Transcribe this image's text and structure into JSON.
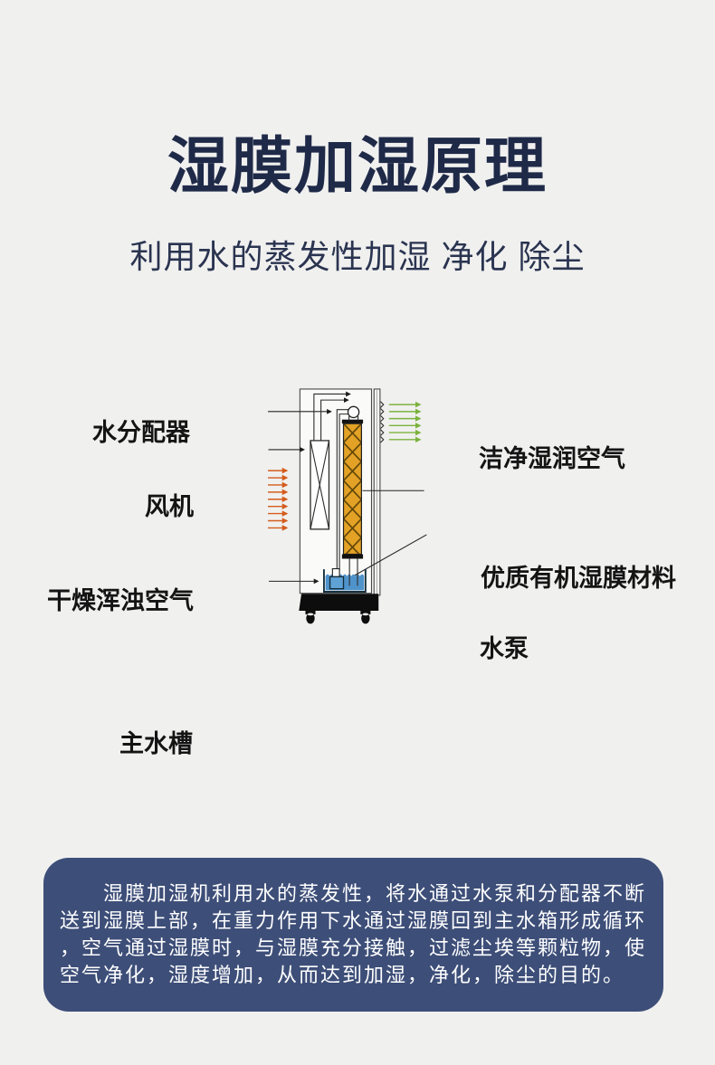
{
  "header": {
    "title": "湿膜加湿原理",
    "subtitle": "利用水的蒸发性加湿 净化 除尘"
  },
  "diagram": {
    "labels": {
      "water_distributor": "水分配器",
      "fan": "风机",
      "dry_air": "干燥浑浊空气",
      "clean_air": "洁净湿润空气",
      "wet_film": "优质有机湿膜材料",
      "pump": "水泵",
      "main_tank": "主水槽"
    },
    "airflow": {
      "inlet_arrow_count": 9,
      "outlet_arrow_count": 6
    },
    "icons": {
      "fan": "fan-crossflow-icon",
      "wet_film_column": "wet-film-column-icon",
      "water_distributor": "water-distributor-icon",
      "water_pump": "water-pump-icon",
      "water_tank": "water-tank-icon",
      "caster": "caster-wheel-icon",
      "inlet": "right-arrow-icon",
      "outlet": "right-arrow-icon"
    }
  },
  "info_box": {
    "text": "湿膜加湿机利用水的蒸发性，将水通过水泵和分配器不断\n送到湿膜上部，在重力作用下水通过湿膜回到主水箱形成循环\n，空气通过湿膜时，与湿膜充分接触，过滤尘埃等颗粒物，使\n空气净化，湿度增加，从而达到加湿，净化，除尘的目的。"
  },
  "colors": {
    "page_bg": "#f0f0ef",
    "title_navy": "#1f2a48",
    "info_panel_bg": "#3d4e78",
    "info_text": "#ffffff",
    "inlet_arrow_orange": "#d45c1c",
    "outlet_arrow_green": "#7cb23e",
    "wet_film_orange": "#e3a226",
    "water_blue": "#4f93cb",
    "machine_line": "#2e2e2e"
  }
}
